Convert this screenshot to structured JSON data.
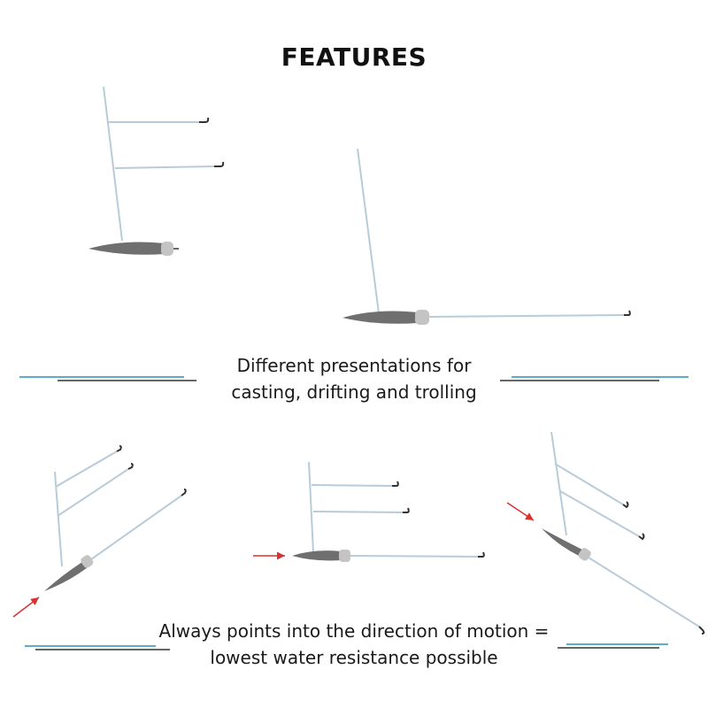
{
  "title": "FEATURES",
  "caption_top": {
    "line1": "Different presentations for",
    "line2": "casting, drifting and trolling"
  },
  "caption_bottom": {
    "line1": "Always points into the direction of motion =",
    "line2": "lowest water resistance possible"
  },
  "colors": {
    "line": "#b8ccd8",
    "sinker": "#6f6f6f",
    "swivel": "#c4c4c4",
    "hook": "#333333",
    "arrow": "#d93030",
    "accent_blue": "#2a8fb8",
    "accent_dark": "#333333"
  }
}
